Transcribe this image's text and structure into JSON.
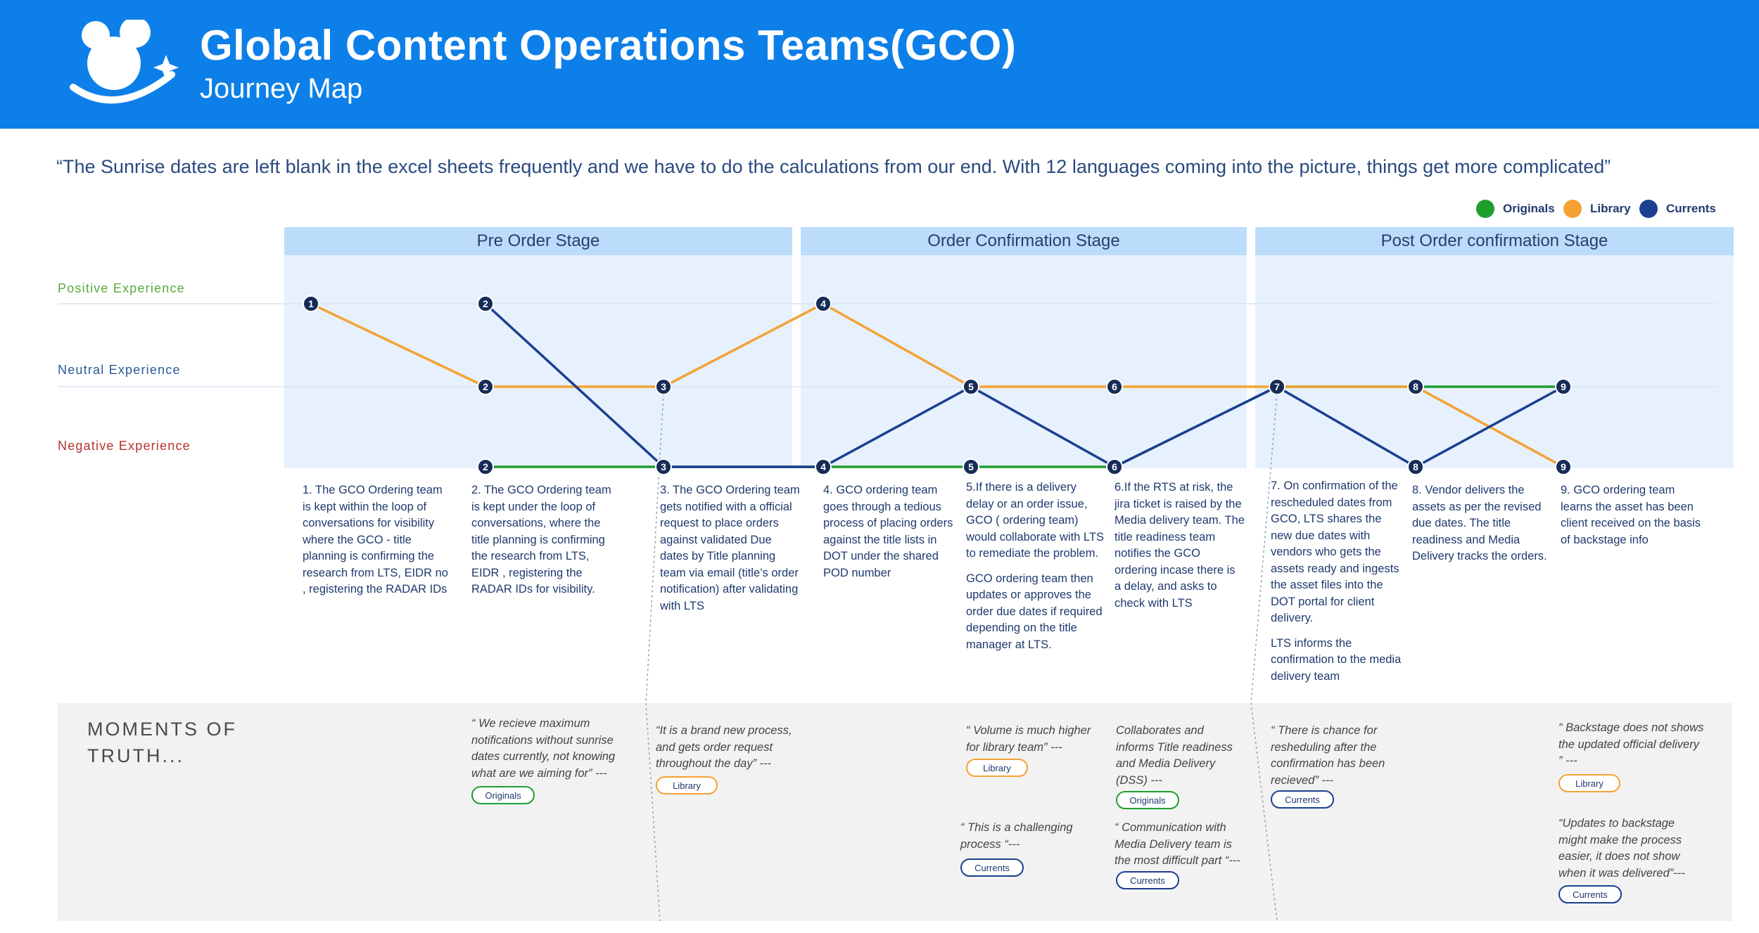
{
  "header": {
    "title": "Global Content Operations Teams(GCO)",
    "subtitle": "Journey Map",
    "logo_icon": "mickey-head-star-logo",
    "bg_color": "#0d7fe8"
  },
  "quote": "“The Sunrise dates are left blank in the excel sheets frequently and we have to do the calculations from our end. With 12 languages coming into the picture, things get more complicated”",
  "legend": [
    {
      "label": "Originals",
      "color": "#1f9e2e"
    },
    {
      "label": "Library",
      "color": "#f5a233"
    },
    {
      "label": "Currents",
      "color": "#1c3f8f"
    }
  ],
  "stages": [
    {
      "label": "Pre Order Stage"
    },
    {
      "label": "Order Confirmation Stage"
    },
    {
      "label": "Post Order confirmation Stage"
    }
  ],
  "experience_levels": {
    "positive": "Positive Experience",
    "neutral": "Neutral Experience",
    "negative": "Negative Experience"
  },
  "journey": {
    "levels": [
      "Negative Experience",
      "Neutral Experience",
      "Positive Experience"
    ],
    "series": [
      {
        "name": "Library",
        "color": "#f5a233",
        "points": [
          {
            "step": 1,
            "level": 2
          },
          {
            "step": 2,
            "level": 1
          },
          {
            "step": 3,
            "level": 1
          },
          {
            "step": 4,
            "level": 2
          },
          {
            "step": 5,
            "level": 1
          },
          {
            "step": 6,
            "level": 1
          },
          {
            "step": 7,
            "level": 1
          },
          {
            "step": 8,
            "level": 1
          },
          {
            "step": 9,
            "level": 0
          }
        ]
      },
      {
        "name": "Currents",
        "color": "#1c3f8f",
        "points": [
          {
            "step": 2,
            "level": 2
          },
          {
            "step": 3,
            "level": 0
          },
          {
            "step": 4,
            "level": 0
          },
          {
            "step": 5,
            "level": 1
          },
          {
            "step": 6,
            "level": 0
          },
          {
            "step": 7,
            "level": 1
          },
          {
            "step": 8,
            "level": 0
          },
          {
            "step": 9,
            "level": 1
          }
        ]
      },
      {
        "name": "Originals",
        "color": "#1f9e2e",
        "points": [
          {
            "step": 2,
            "level": 0
          },
          {
            "step": 3,
            "level": 0
          },
          {
            "step": 4,
            "level": 0
          },
          {
            "step": 5,
            "level": 0
          },
          {
            "step": 6,
            "level": 0
          },
          {
            "step": 7,
            "level": 1
          },
          {
            "step": 8,
            "level": 1
          },
          {
            "step": 9,
            "level": 1
          }
        ]
      }
    ]
  },
  "steps": [
    {
      "text": "1. The GCO Ordering team is kept within the loop of conversations for visibility where the GCO - title planning is confirming the research from LTS, EIDR no , registering the RADAR IDs"
    },
    {
      "text": "2. The GCO Ordering team is kept under the loop of conversations, where the title planning is confirming the research from LTS, EIDR , registering the RADAR IDs for visibility."
    },
    {
      "text": "3. The GCO Ordering team gets notified with a official request to place orders against validated Due dates by Title planning team via email (title’s order notification) after validating with LTS"
    },
    {
      "text": "4. GCO ordering team goes through a tedious process of placing orders against the title lists in DOT under the shared POD number"
    },
    {
      "text": "5.If there is a delivery delay or an order issue, GCO ( ordering team) would collaborate with LTS to remediate the problem.",
      "text2": "GCO ordering team then updates or approves the order due dates if required depending on the title manager at LTS."
    },
    {
      "text": "6.If the RTS at risk, the jira ticket is raised by the Media delivery team. The title readiness team  notifies the GCO ordering incase there is a delay, and asks to check with LTS"
    },
    {
      "text": "7. On confirmation of the rescheduled dates from GCO,  LTS shares the new due dates with vendors who gets the assets ready and ingests the asset files into the DOT portal for client delivery.",
      "text2": "LTS informs the confirmation to the media delivery team"
    },
    {
      "text": "8. Vendor delivers the assets as per the revised due dates. The title readiness and Media Delivery tracks the orders."
    },
    {
      "text": "9. GCO ordering team learns the asset has been client received on the basis of backstage info"
    }
  ],
  "moments": {
    "title": "MOMENTS OF TRUTH...",
    "quotes": [
      {
        "text": "“ We recieve maximum notifications without sunrise dates currently, not knowing what are we aiming for” ---",
        "tag": "Originals"
      },
      {
        "text": "“It is a brand new process, and gets order request throughout the day” ---",
        "tag": "Library"
      },
      {
        "text": "“ Volume is much higher for library team” ---",
        "tag": "Library"
      },
      {
        "text": "“ This is a challenging process “---",
        "tag": "Currents"
      },
      {
        "text": "Collaborates and informs Title readiness and Media Delivery (DSS) ---",
        "tag": "Originals"
      },
      {
        "text": "“ Communication with Media Delivery team is the most difficult part “---",
        "tag": "Currents"
      },
      {
        "text": "“ There is  chance for resheduling after the confirmation has been recieved” ---",
        "tag": "Currents"
      },
      {
        "text": "“ Backstage does not shows the updated official delivery ” ---",
        "tag": "Library"
      },
      {
        "text": "“Updates to backstage might make the process easier, it does not show when it was delivered”---",
        "tag": "Currents"
      }
    ]
  }
}
